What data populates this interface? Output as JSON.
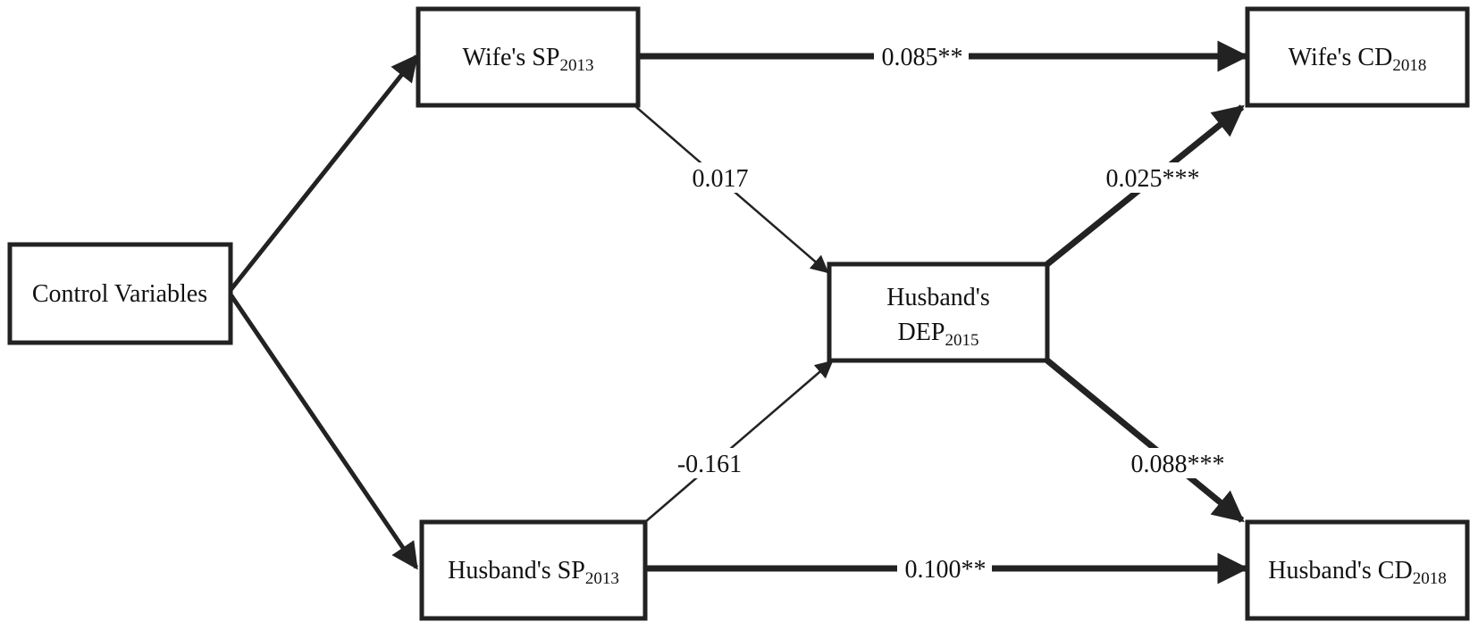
{
  "nodes": {
    "control": {
      "label": "Control Variables"
    },
    "wife_sp": {
      "label": "Wife's SP",
      "sub": "2013"
    },
    "husband_sp": {
      "label": "Husband's SP",
      "sub": "2013"
    },
    "husband_dep": {
      "line1": "Husband's",
      "label": "DEP",
      "sub": "2015"
    },
    "wife_cd": {
      "label": "Wife's CD",
      "sub": "2018"
    },
    "husband_cd": {
      "label": "Husband's CD",
      "sub": "2018"
    }
  },
  "paths": {
    "wife_sp_to_wife_cd": "0.085**",
    "wife_sp_to_husband_dep": "0.017",
    "husband_dep_to_wife_cd": "0.025***",
    "husband_sp_to_husband_dep": "-0.161",
    "husband_dep_to_husband_cd": "0.088***",
    "husband_sp_to_husband_cd": "0.100**"
  },
  "colors": {
    "stroke": "#222222",
    "text": "#111111"
  }
}
